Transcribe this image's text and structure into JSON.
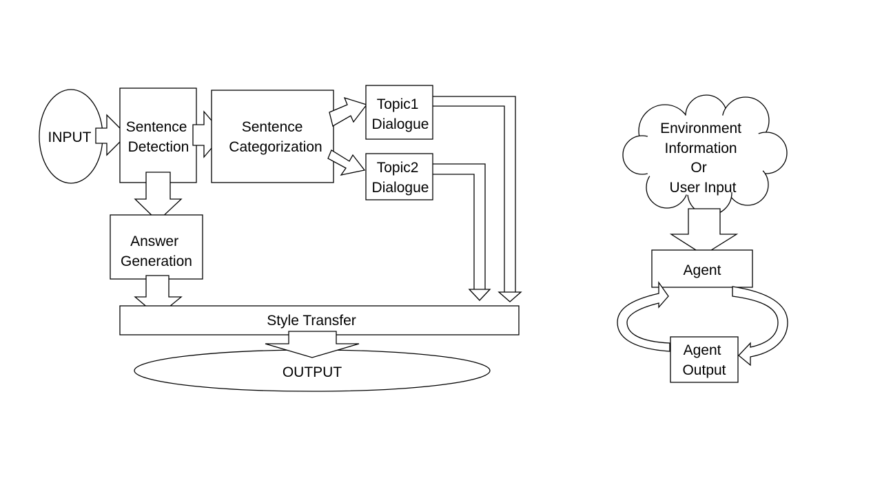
{
  "nodes": {
    "input": "INPUT",
    "sentence_detection": [
      "Sentence",
      "Detection"
    ],
    "sentence_categorization": [
      "Sentence",
      "Categorization"
    ],
    "topic1": [
      "Topic1",
      "Dialogue"
    ],
    "topic2": [
      "Topic2",
      "Dialogue"
    ],
    "answer_generation": [
      "Answer",
      "Generation"
    ],
    "style_transfer": "Style Transfer",
    "output": "OUTPUT",
    "environment": [
      "Environment",
      "Information",
      "Or",
      "User Input"
    ],
    "agent": "Agent",
    "agent_output": [
      "Agent",
      "Output"
    ]
  }
}
